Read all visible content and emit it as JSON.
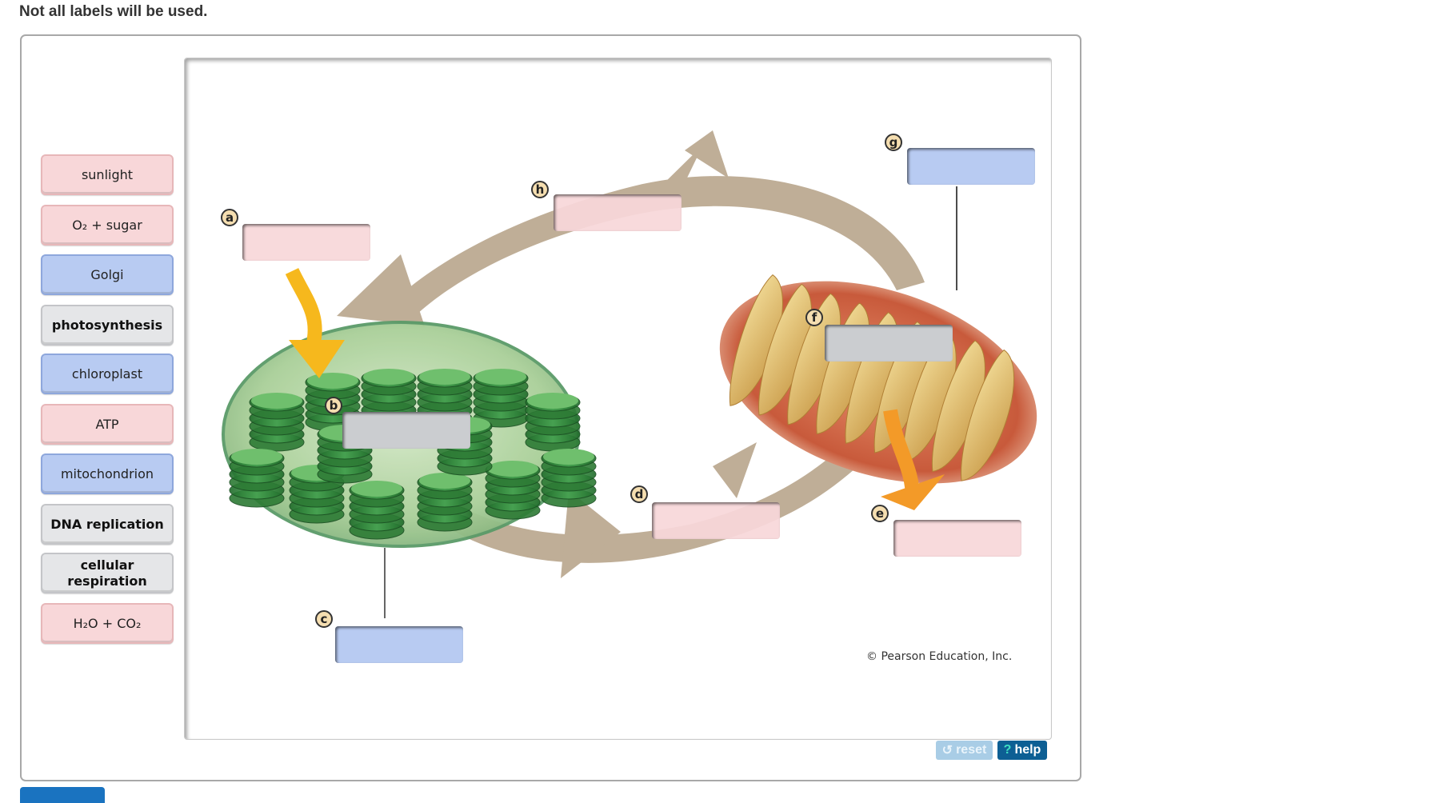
{
  "instruction": "Not all labels will be used.",
  "labels": [
    {
      "text": "sunlight",
      "color": "pink"
    },
    {
      "text": "O₂ + sugar",
      "color": "pink"
    },
    {
      "text": "Golgi",
      "color": "blue"
    },
    {
      "text": "photosynthesis",
      "color": "gray"
    },
    {
      "text": "chloroplast",
      "color": "blue"
    },
    {
      "text": "ATP",
      "color": "pink"
    },
    {
      "text": "mitochondrion",
      "color": "blue"
    },
    {
      "text": "DNA replication",
      "color": "gray"
    },
    {
      "text": "cellular respiration",
      "color": "gray"
    },
    {
      "text": "H₂O + CO₂",
      "color": "pink"
    }
  ],
  "targets": [
    {
      "letter": "a",
      "color": "pink",
      "value": ""
    },
    {
      "letter": "b",
      "color": "gray",
      "value": ""
    },
    {
      "letter": "c",
      "color": "blue",
      "value": ""
    },
    {
      "letter": "d",
      "color": "pink",
      "value": ""
    },
    {
      "letter": "e",
      "color": "pink",
      "value": ""
    },
    {
      "letter": "f",
      "color": "gray",
      "value": ""
    },
    {
      "letter": "g",
      "color": "blue",
      "value": ""
    },
    {
      "letter": "h",
      "color": "pink",
      "value": ""
    }
  ],
  "diagram": {
    "left_organelle_icon": "chloroplast-illustration",
    "right_organelle_icon": "mitochondrion-illustration",
    "credit": "© Pearson Education, Inc."
  },
  "controls": {
    "reset_label": "reset",
    "reset_icon": "↺",
    "help_label": "help",
    "help_icon": "?"
  },
  "colors": {
    "pink": "#f8d7d9",
    "blue": "#b8cbf2",
    "gray": "#e5e6e8",
    "cycle_arrow": "#bfae97",
    "energy_arrow": "#f6a623",
    "help_button": "#0d5f94",
    "reset_button": "#a9cde6"
  }
}
